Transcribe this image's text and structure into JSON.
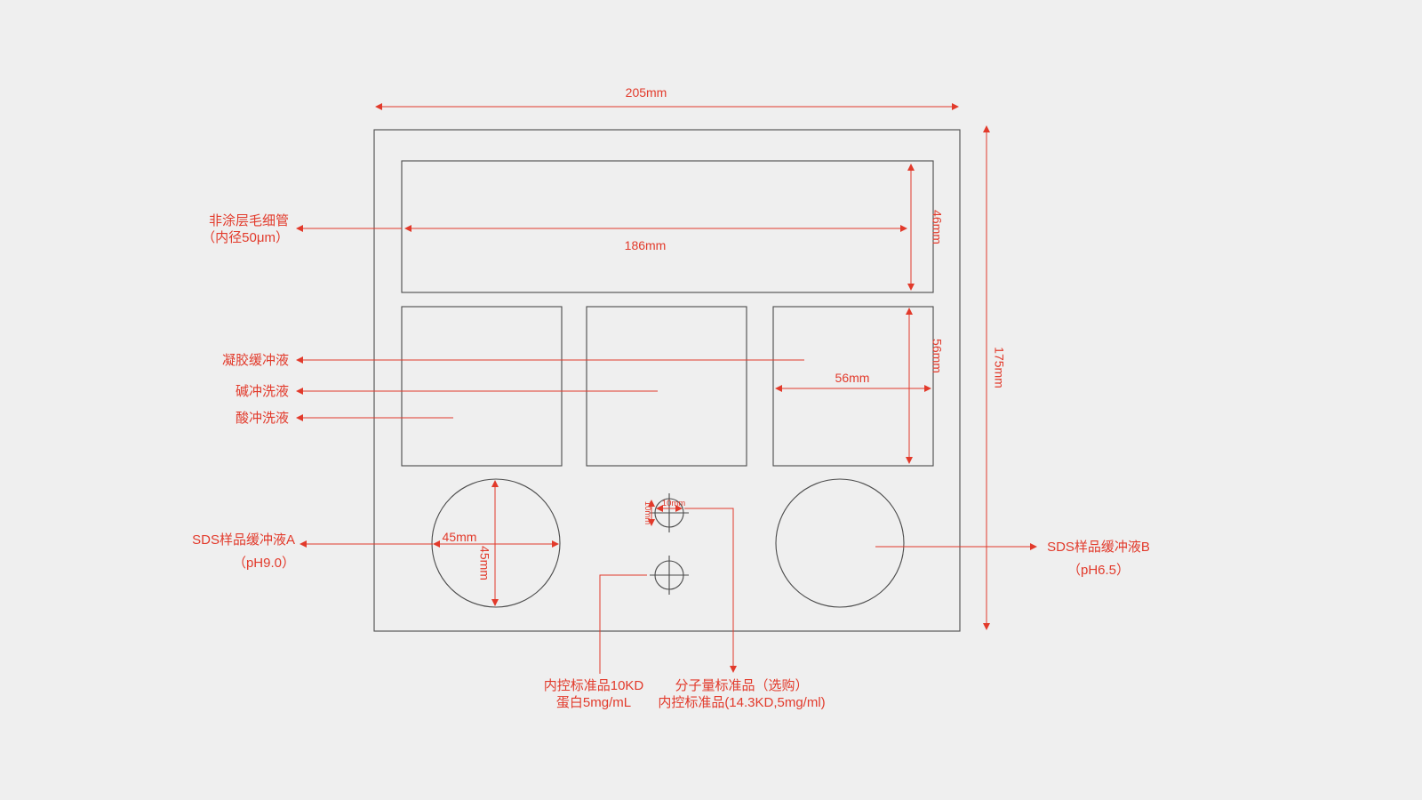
{
  "colors": {
    "accent": "#e23a2b",
    "outline": "#4b4b4b",
    "background": "#efefef"
  },
  "dims": {
    "total_width": "205mm",
    "total_height": "175mm",
    "capillary_length": "186mm",
    "capillary_slot_height": "46mm",
    "square_slot_height": "56mm",
    "square_slot_width": "56mm",
    "bottle_a_width": "45mm",
    "bottle_a_height": "45mm",
    "vial_width": "10mm",
    "vial_height": "10mm"
  },
  "labels": {
    "capillary": {
      "line1": "非涂层毛细管",
      "line2": "（内径50μm）"
    },
    "gel_buffer": "凝胶缓冲液",
    "alkaline_wash": "碱冲洗液",
    "acid_wash": "酸冲洗液",
    "sds_buffer_a": {
      "line1": "SDS样品缓冲液A",
      "line2": "（pH9.0）"
    },
    "sds_buffer_b": {
      "line1": "SDS样品缓冲液B",
      "line2": "（pH6.5）"
    },
    "internal_standard": {
      "line1": "内控标准品10KD",
      "line2": "蛋白5mg/mL"
    },
    "mw_standard": {
      "line1": "分子量标准品（选购）",
      "line2": "内控标准品(14.3KD,5mg/ml)"
    }
  }
}
